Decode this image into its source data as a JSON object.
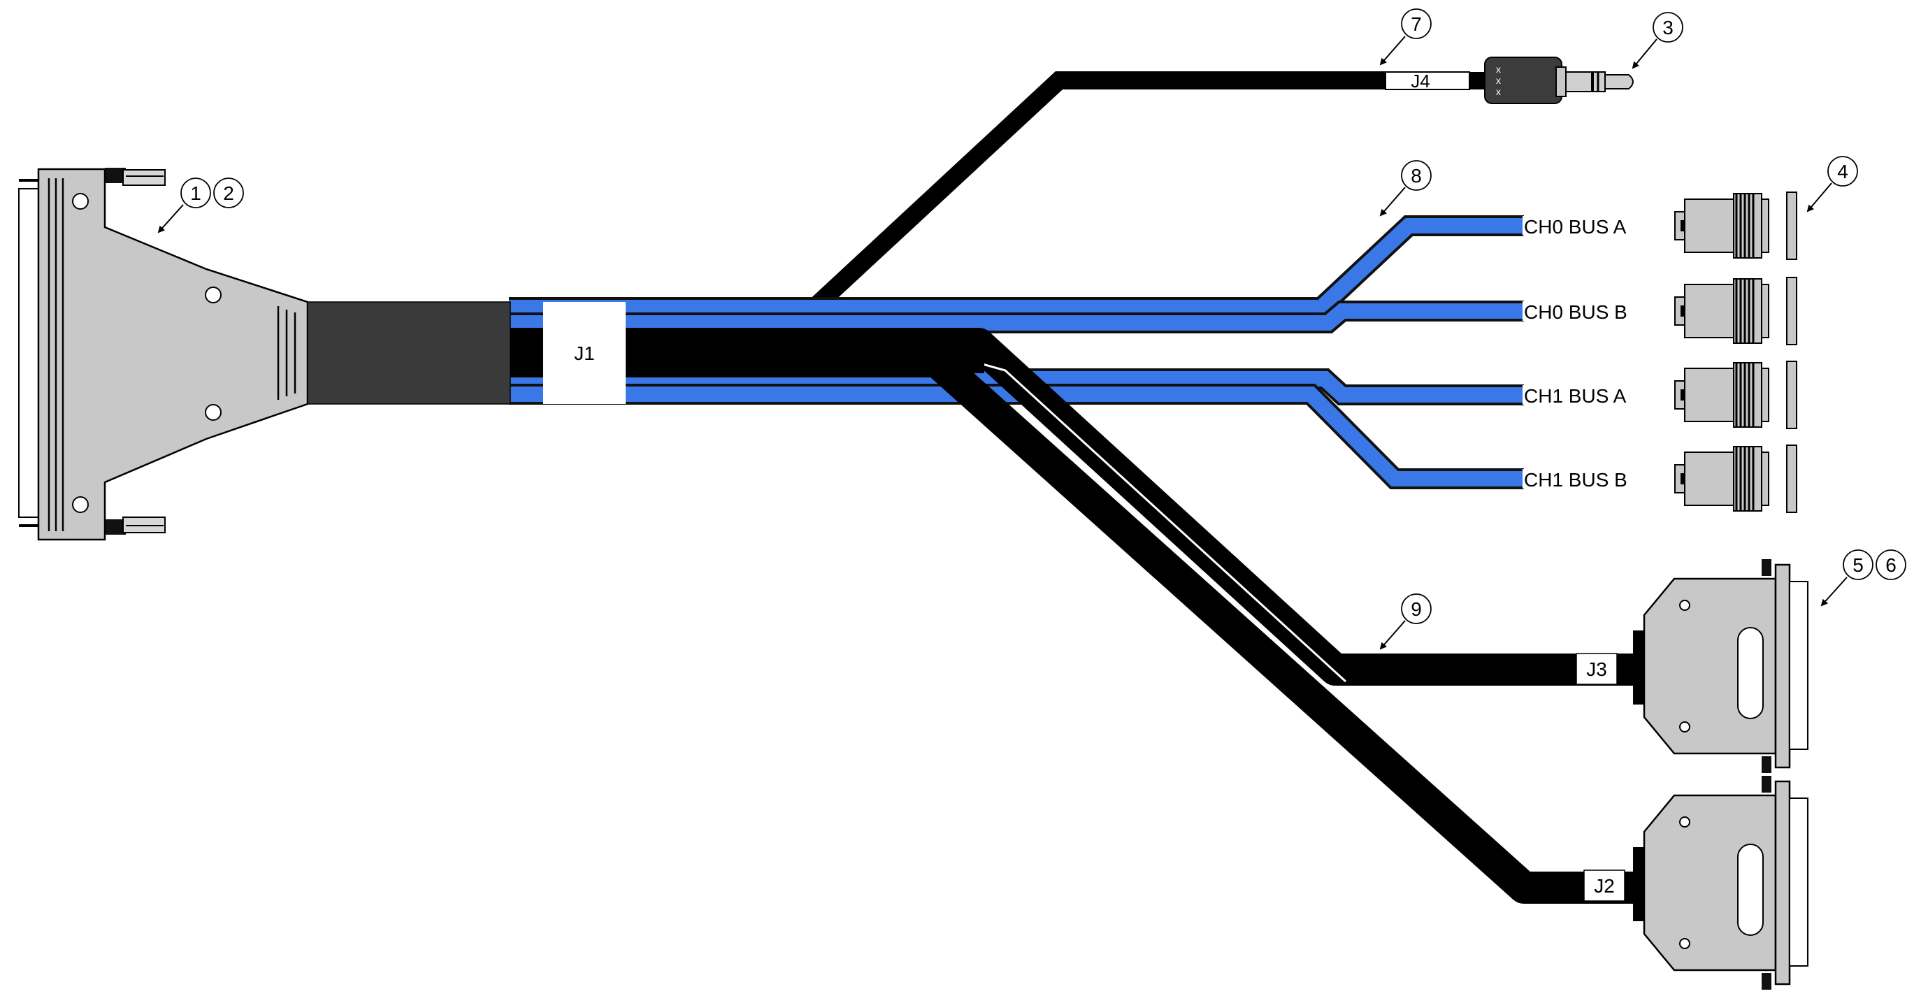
{
  "labels": {
    "j1": "J1",
    "j2": "J2",
    "j3": "J3",
    "j4": "J4",
    "ch0_bus_a": "CH0 BUS A",
    "ch0_bus_b": "CH0 BUS B",
    "ch1_bus_a": "CH1 BUS A",
    "ch1_bus_b": "CH1 BUS B"
  },
  "callouts": {
    "c1": "1",
    "c2": "2",
    "c3": "3",
    "c4": "4",
    "c5": "5",
    "c6": "6",
    "c7": "7",
    "c8": "8",
    "c9": "9"
  },
  "colors": {
    "cable_blue": "#3a78e8",
    "cable_black": "#000000",
    "connector_gray": "#c8c8c8",
    "jacket_dark": "#3a3a3a"
  }
}
